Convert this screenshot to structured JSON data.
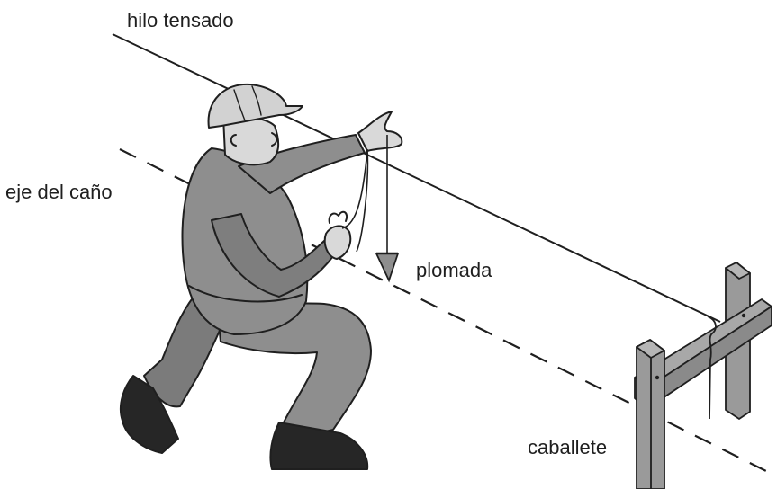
{
  "labels": {
    "taut_string": "hilo tensado",
    "pipe_axis": "eje del caño",
    "plumb_bob": "plomada",
    "trestle": "caballete"
  },
  "colors": {
    "background": "#ffffff",
    "line": "#1f1f1f",
    "clothing": "#8e8e8e",
    "clothing_shadow": "#6f6f6f",
    "helmet": "#d2d2d2",
    "skin": "#d9d9d9",
    "boots": "#262626",
    "wood": "#9a9a9a",
    "wood_dark": "#747474"
  }
}
